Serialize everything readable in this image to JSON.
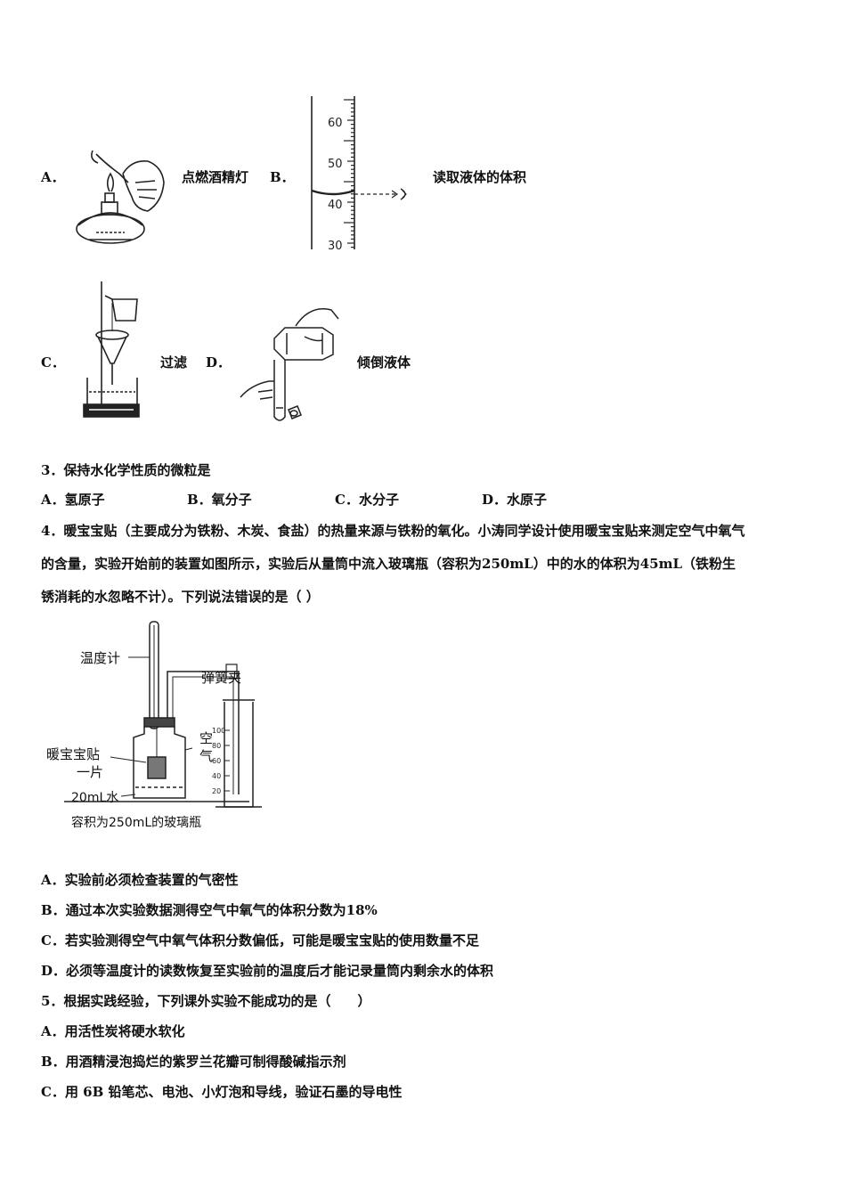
{
  "q2": {
    "a": {
      "letter": "A．",
      "label": "点燃酒精灯"
    },
    "b": {
      "letter": "B．",
      "label": "读取液体的体积",
      "scale": [
        "60",
        "50",
        "40",
        "30"
      ]
    },
    "c": {
      "letter": "C．",
      "label": "过滤"
    },
    "d": {
      "letter": "D．",
      "label": "倾倒液体"
    }
  },
  "q3": {
    "stem": "3．保持水化学性质的微粒是",
    "options": [
      "A．氢原子",
      "B．氧分子",
      "C．水分子",
      "D．水原子"
    ]
  },
  "q4": {
    "stem_lines": [
      "4．暖宝宝贴（主要成分为铁粉、木炭、食盐）的热量来源与铁粉的氧化。小涛同学设计使用暖宝宝贴来测定空气中氧气",
      "的含量，实验开始前的装置如图所示，实验后从量筒中流入玻璃瓶（容积为250mL）中的水的体积为45mL（铁粉生",
      "锈消耗的水忽略不计）。下列说法错误的是（ ）"
    ],
    "figure": {
      "thermometer": "温度计",
      "clamp": "弹簧夹",
      "pad_line1": "暖宝宝贴",
      "pad_line2": "一片",
      "air1": "空",
      "air2": "气",
      "water": "20mL水",
      "bottle": "容积为250mL的玻璃瓶",
      "cylinder_scale": [
        "100",
        "80",
        "60",
        "40",
        "20"
      ]
    },
    "options": [
      "A．实验前必须检查装置的气密性",
      "B．通过本次实验数据测得空气中氧气的体积分数为18%",
      "C．若实验测得空气中氧气体积分数偏低，可能是暖宝宝贴的使用数量不足",
      "D．必须等温度计的读数恢复至实验前的温度后才能记录量筒内剩余水的体积"
    ]
  },
  "q5": {
    "stem": "5．根据实践经验，下列课外实验不能成功的是（　　）",
    "options": [
      "A．用活性炭将硬水软化",
      "B．用酒精浸泡捣烂的紫罗兰花瓣可制得酸碱指示剂",
      "C．用 6B 铅笔芯、电池、小灯泡和导线，验证石墨的导电性"
    ]
  }
}
